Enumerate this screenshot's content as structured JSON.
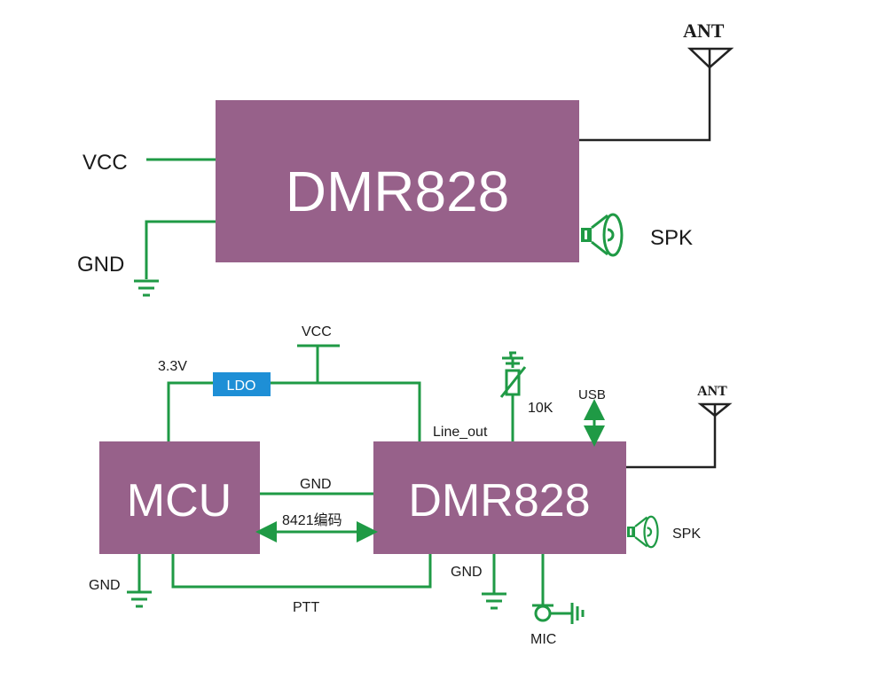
{
  "colors": {
    "chip": "#97618a",
    "wire": "#1f9a45",
    "ldo": "#1e8fd6"
  },
  "top": {
    "chip": "DMR828",
    "vcc": "VCC",
    "gnd": "GND",
    "ant": "ANT",
    "spk": "SPK"
  },
  "bottom": {
    "mcu": "MCU",
    "chip": "DMR828",
    "ldo": "LDO",
    "vcc": "VCC",
    "v33": "3.3V",
    "gnd_link": "GND",
    "bus": "8421编码",
    "mcu_gnd": "GND",
    "ptt": "PTT",
    "chip_gnd": "GND",
    "mic": "MIC",
    "line_out": "Line_out",
    "resistor": "10K",
    "usb": "USB",
    "ant": "ANT",
    "spk": "SPK"
  }
}
